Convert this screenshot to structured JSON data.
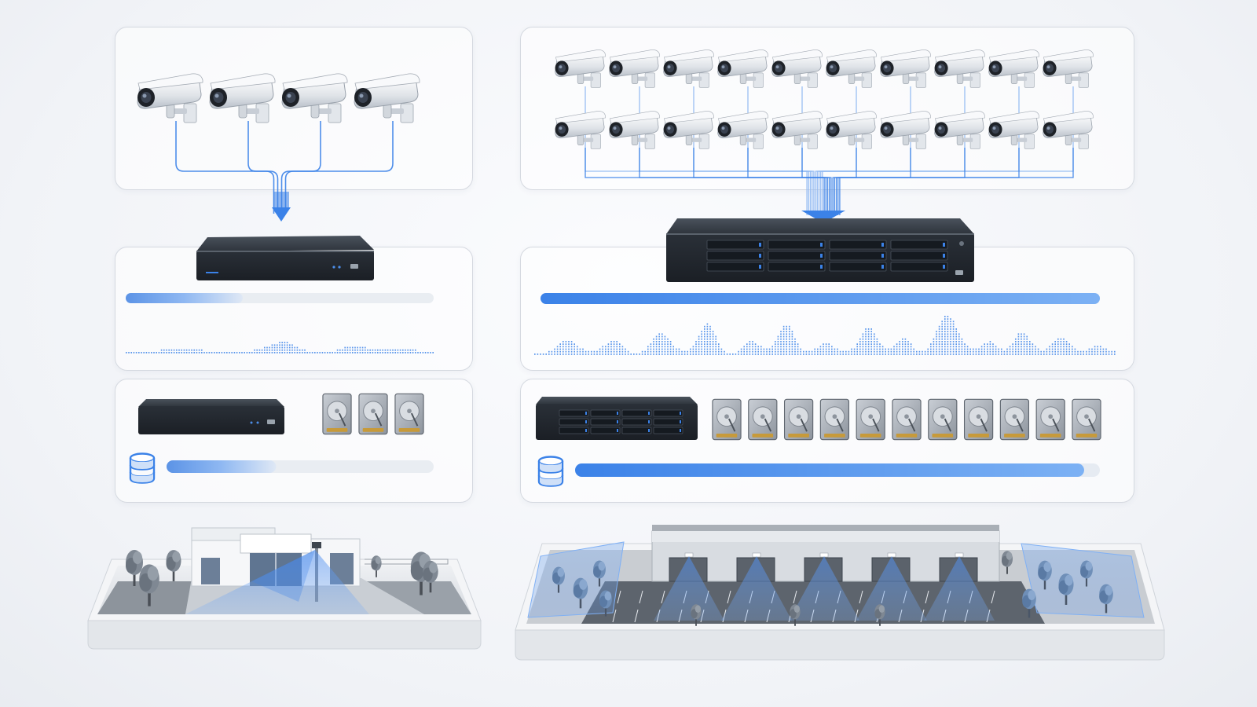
{
  "theme": {
    "accent": "#3b82e8",
    "accent_light": "#8fb8f2",
    "device_dark": "#2a3038",
    "panel_border": "#d5d9e0"
  },
  "small_system": {
    "camera_count": 4,
    "recorder_icon": "nvr-box-icon",
    "drive_count": 3,
    "bandwidth_fill": 0.38,
    "storage_fill": 0.41,
    "site_icon": "small-office-building-icon"
  },
  "large_system": {
    "camera_count": 20,
    "recorder_icon": "rack-server-icon",
    "drive_count": 11,
    "bandwidth_fill": 1.0,
    "storage_fill": 0.97,
    "site_icon": "warehouse-building-icon"
  }
}
